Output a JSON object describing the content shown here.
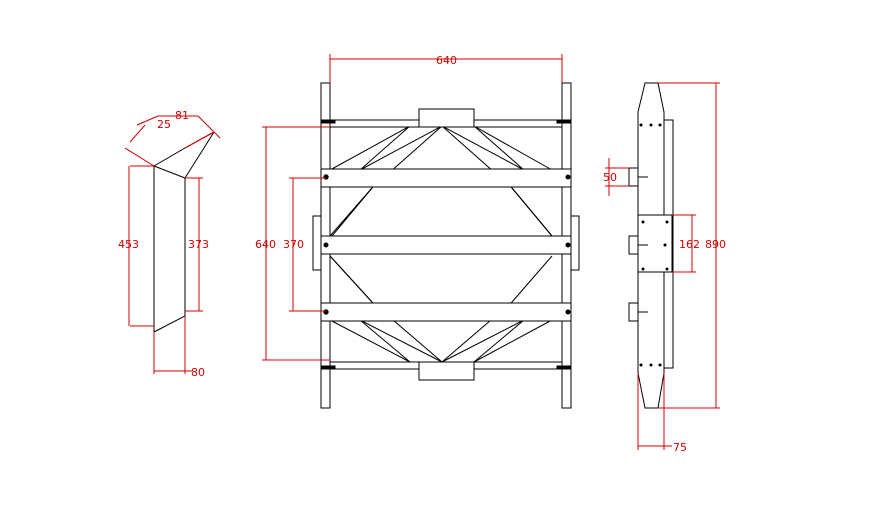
{
  "colors": {
    "background": "#ffffff",
    "outline": "#000000",
    "dimension": "#d40000"
  },
  "dimensions": {
    "side_top_small": "25",
    "side_top_large": "81",
    "side_height_outer": "453",
    "side_height_inner": "373",
    "side_width": "80",
    "front_width": "640",
    "front_height": "640",
    "front_inner_spacing": "370",
    "right_spacing_small": "50",
    "right_plate_height": "162",
    "right_total_height": "890",
    "right_depth": "75"
  }
}
